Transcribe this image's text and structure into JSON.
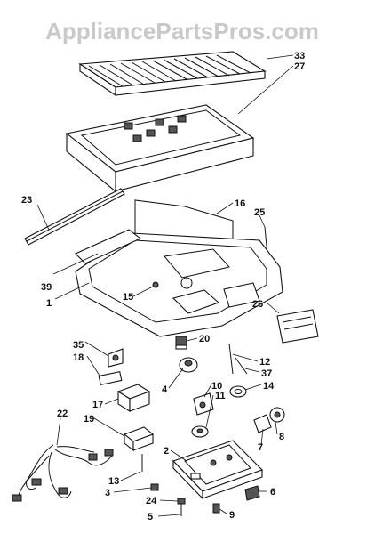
{
  "watermark": "AppliancePartsPros.com",
  "callouts": {
    "c33": "33",
    "c27": "27",
    "c23": "23",
    "c16": "16",
    "c25": "25",
    "c39": "39",
    "c1": "1",
    "c15": "15",
    "c26": "26",
    "c35": "35",
    "c18": "18",
    "c20": "20",
    "c12": "12",
    "c37": "37",
    "c14": "14",
    "c17": "17",
    "c4": "4",
    "c10": "10",
    "c11": "11",
    "c19": "19",
    "c22": "22",
    "c8": "8",
    "c7": "7",
    "c2": "2",
    "c13": "13",
    "c3": "3",
    "c6": "6",
    "c24": "24",
    "c5": "5",
    "c9": "9"
  }
}
